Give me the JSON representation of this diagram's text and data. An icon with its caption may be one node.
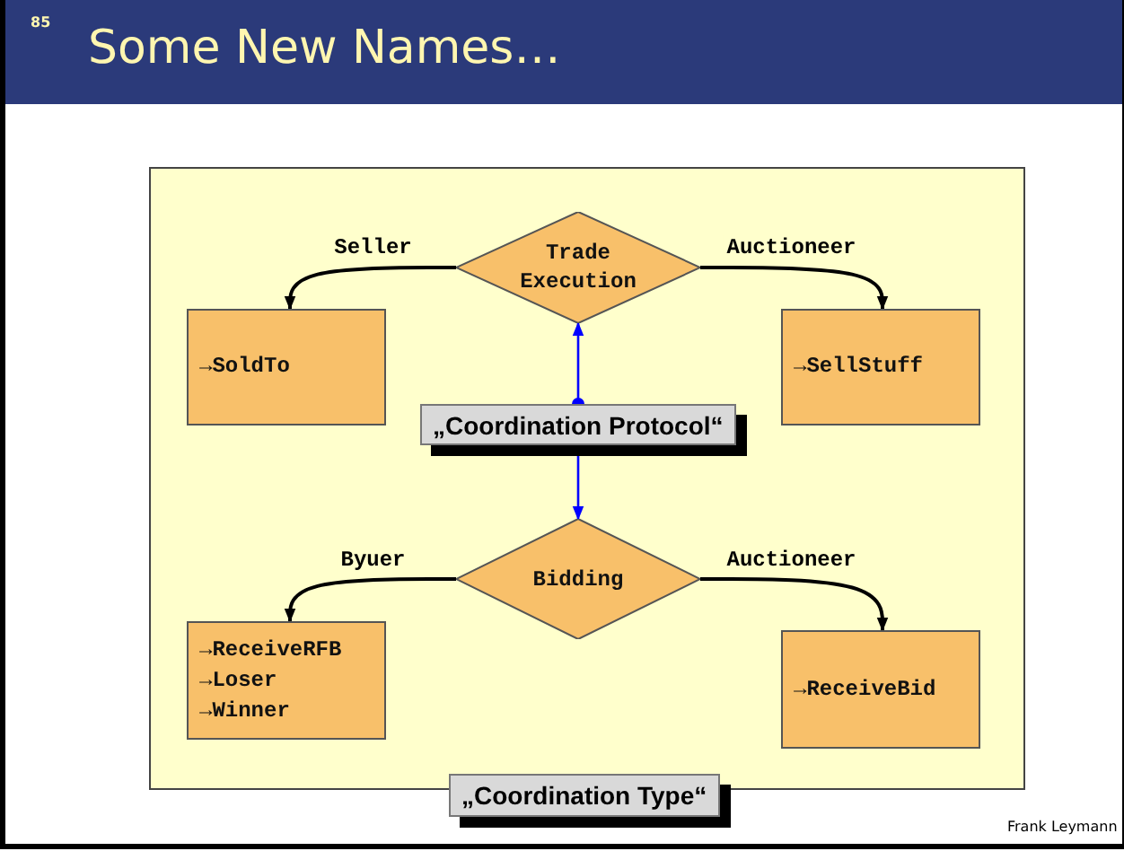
{
  "diagram": {
    "title": "Some New Names…",
    "nodes": [
      {
        "text": [
          "„Coordination Type“"
        ]
      },
      {
        "text": [
          "Trade Execution"
        ],
        "in": 0
      },
      {
        "text": [
          "→SoldTo"
        ],
        "in": 0
      },
      {
        "text": [
          "→SellStuff"
        ],
        "in": 0
      },
      {
        "text": [
          "„Coordination Protocol“"
        ],
        "in": 0
      },
      {
        "text": [
          "Bidding"
        ],
        "in": 0
      },
      {
        "text": [
          "→ReceiveRFB",
          "→Loser",
          "→Winner"
        ],
        "in": 0
      },
      {
        "text": [
          "→ReceiveBid"
        ],
        "in": 0
      }
    ],
    "edges": [
      {
        "from": 1,
        "to": 2,
        "arrow": "to",
        "label": "Seller"
      },
      {
        "from": 1,
        "to": 3,
        "arrow": "to",
        "label": "Auctioneer"
      },
      {
        "from": 4,
        "to": 1,
        "arrow": "to",
        "color": "#0000ff"
      },
      {
        "from": 4,
        "to": 5,
        "arrow": "to",
        "color": "#0000ff"
      },
      {
        "from": 5,
        "to": 6,
        "arrow": "to",
        "label": "Byuer"
      },
      {
        "from": 5,
        "to": 7,
        "arrow": "to",
        "label": "Auctioneer"
      }
    ],
    "labels": [
      "85",
      "Frank Leymann"
    ]
  }
}
